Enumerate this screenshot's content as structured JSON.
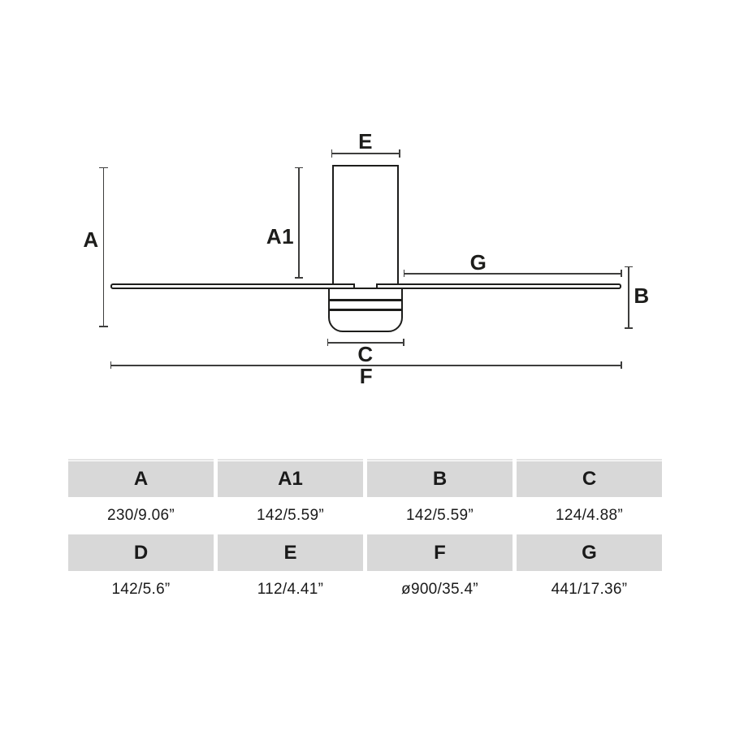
{
  "diagram": {
    "labels": {
      "a": "A",
      "a1": "A1",
      "b": "B",
      "c": "C",
      "e": "E",
      "f": "F",
      "g": "G"
    }
  },
  "table": {
    "row1_headers": [
      "A",
      "A1",
      "B",
      "C"
    ],
    "row1_values": [
      "230/9.06”",
      "142/5.59”",
      "142/5.59”",
      "124/4.88”"
    ],
    "row2_headers": [
      "D",
      "E",
      "F",
      "G"
    ],
    "row2_values": [
      "142/5.6”",
      "112/4.41”",
      "ø900/35.4”",
      "441/17.36”"
    ]
  },
  "colors": {
    "drawing_line": "#1d1d1b",
    "dimension_line": "#3e3e3d",
    "table_header_bg": "#d8d8d8",
    "text": "#1a1a1a",
    "background": "#ffffff"
  }
}
